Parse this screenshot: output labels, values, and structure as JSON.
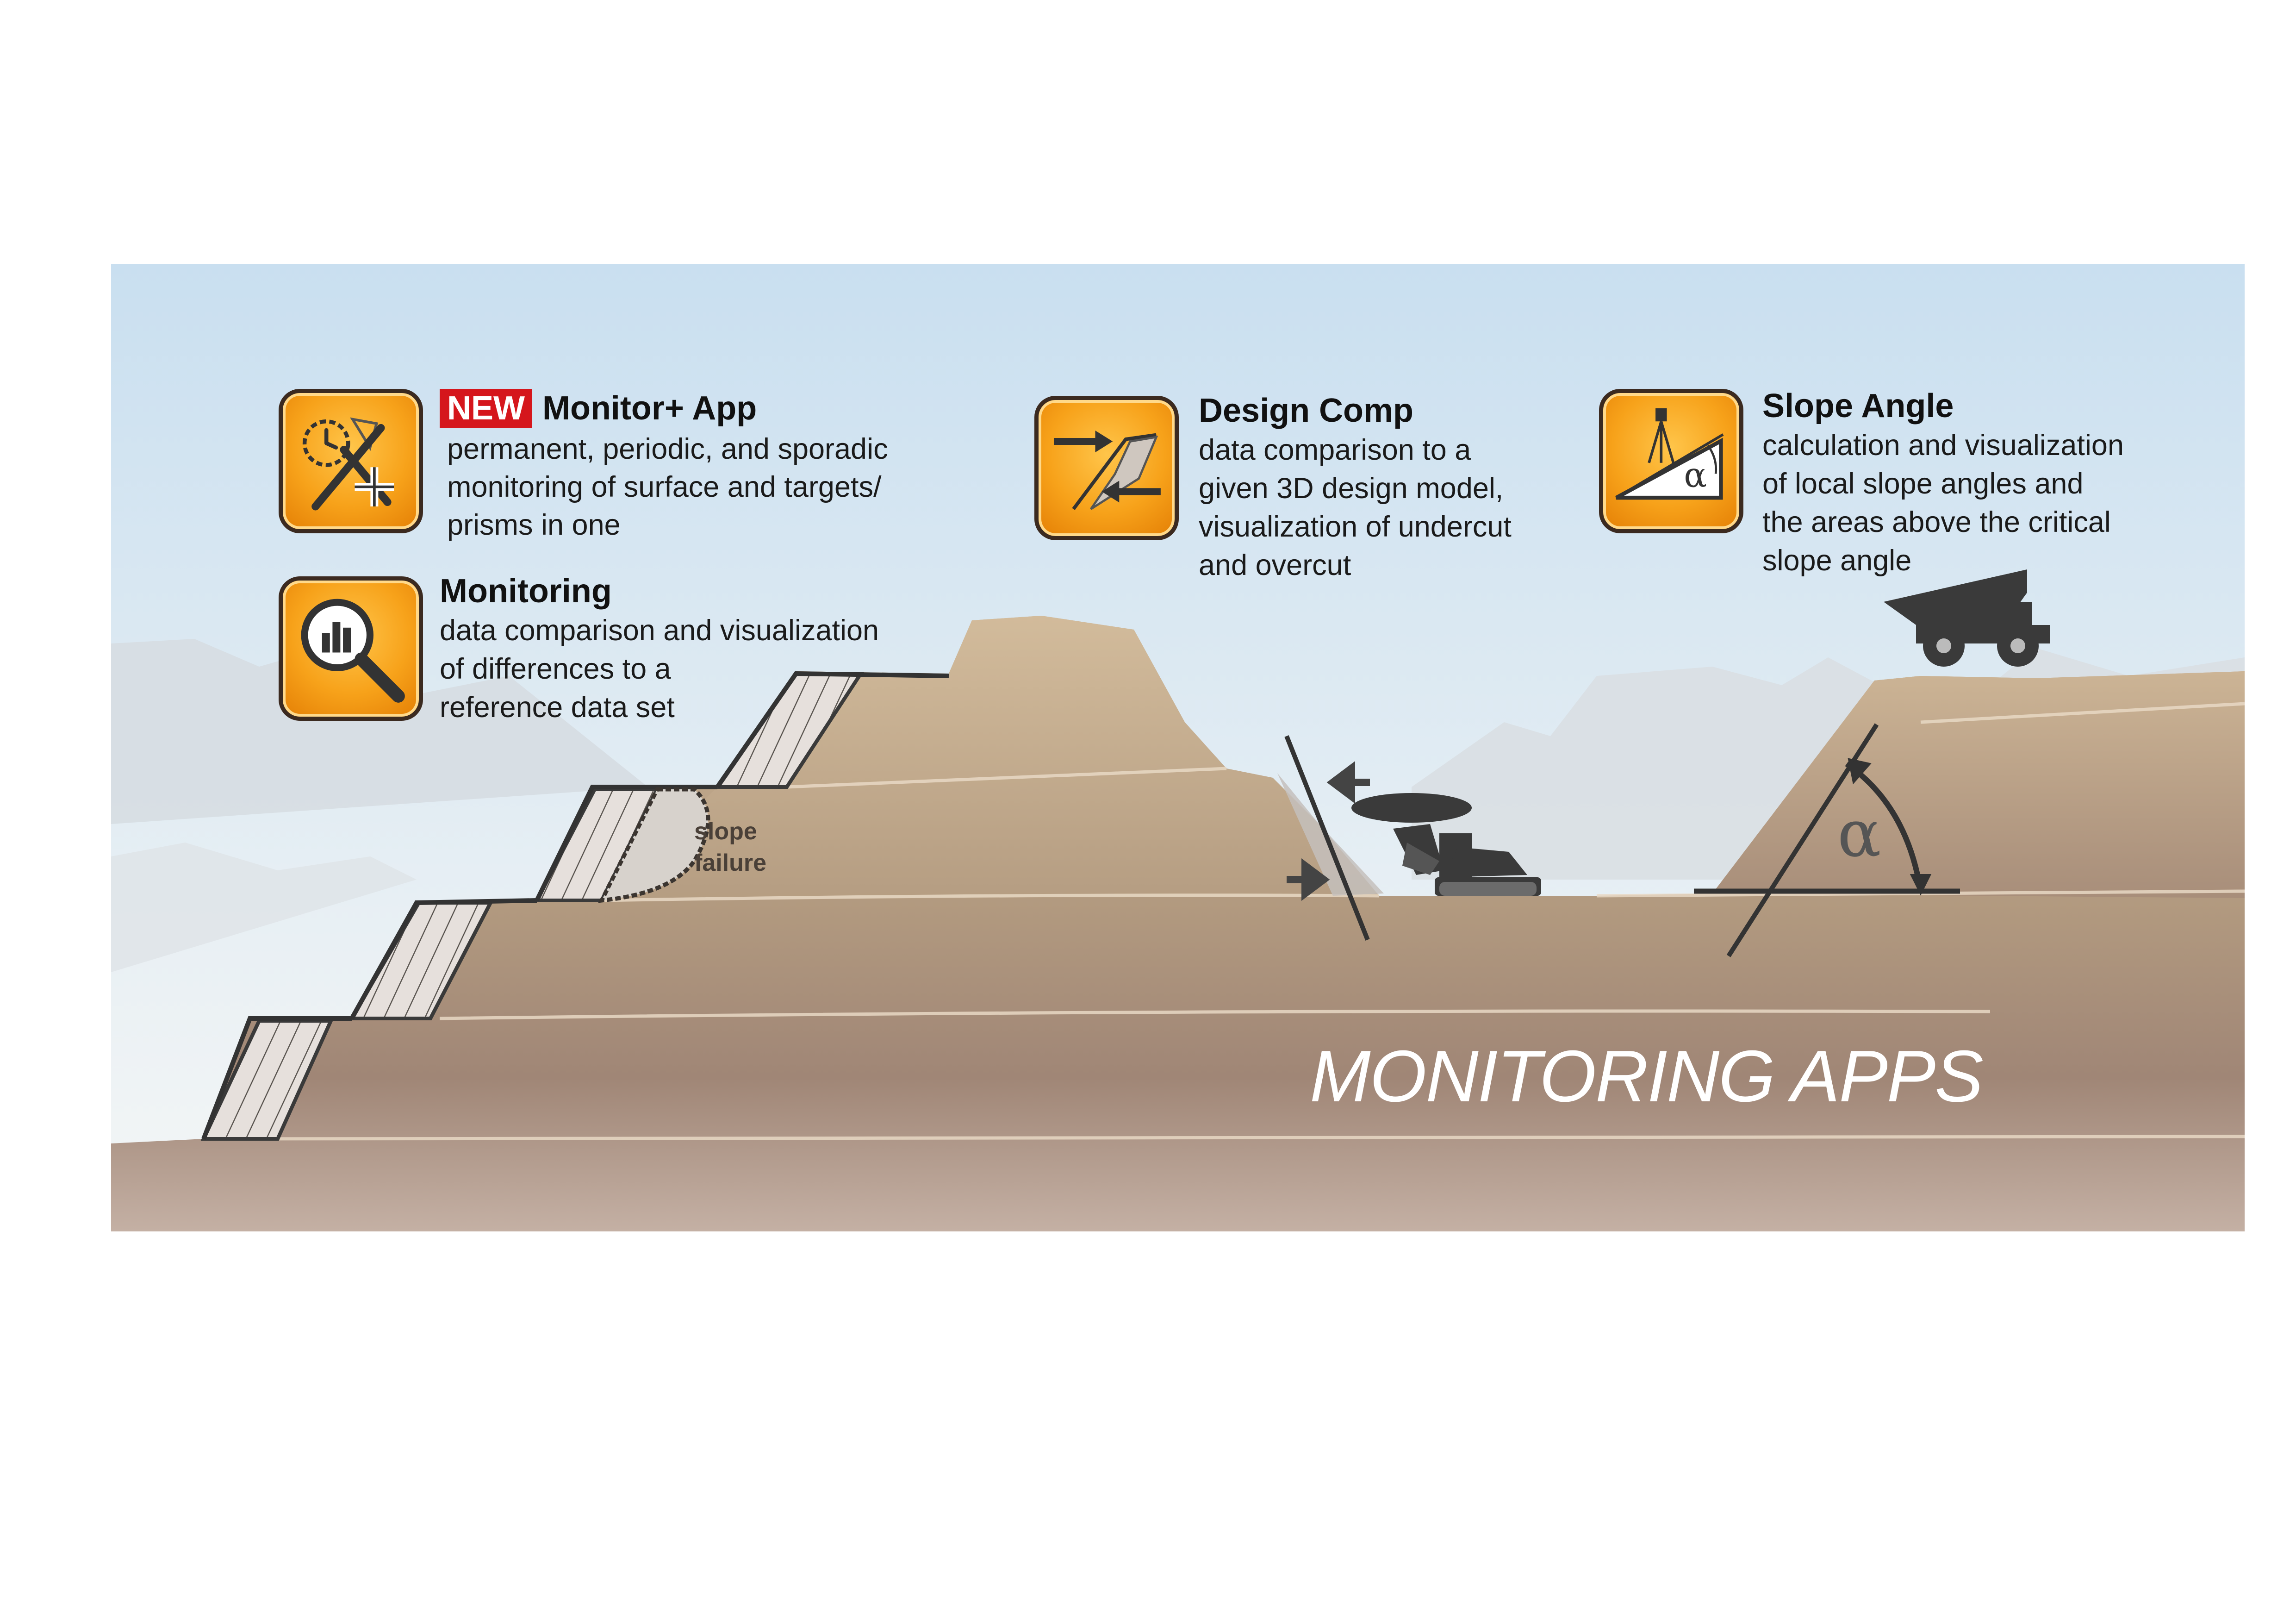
{
  "apps": {
    "monitor_plus": {
      "badge": "NEW",
      "title": "Monitor+ App",
      "lines": [
        "permanent, periodic, and sporadic",
        "monitoring of surface and targets/",
        "prisms in one"
      ]
    },
    "monitoring": {
      "title": "Monitoring",
      "lines": [
        "data comparison and visualization",
        "of differences to a",
        "reference data set"
      ]
    },
    "design_comp": {
      "title": "Design Comp",
      "lines": [
        "data comparison to a",
        "given 3D design model,",
        "visualization of undercut",
        "and overcut"
      ]
    },
    "slope_angle": {
      "title": "Slope Angle",
      "lines": [
        "calculation and visualization",
        "of local slope angles and",
        "the areas above the critical",
        "slope angle"
      ]
    }
  },
  "scene": {
    "slope_failure_label": [
      "slope",
      "failure"
    ],
    "alpha_symbol": "α",
    "footer_title": "MONITORING APPS"
  },
  "icons": {
    "monitor_plus": "clock-tools-plus-icon",
    "monitoring": "magnifier-chart-icon",
    "design_comp": "slope-arrows-icon",
    "slope_angle": "survey-angle-icon"
  },
  "colors": {
    "sky_top": "#c9dff0",
    "sky_bottom": "#f2f5f6",
    "terrain_light": "#cdb596",
    "terrain_dark": "#9e8472",
    "icon_orange": "#f7a21a",
    "badge_red": "#d5161c"
  }
}
